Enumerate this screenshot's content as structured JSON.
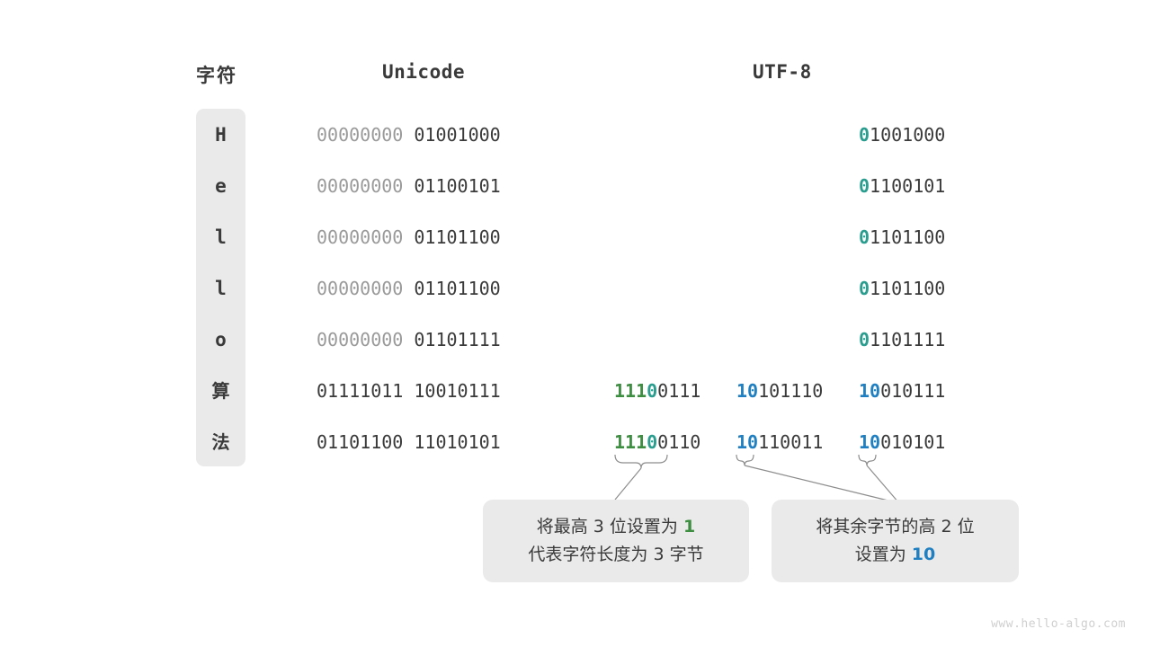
{
  "headers": {
    "char": "字符",
    "unicode": "Unicode",
    "utf8": "UTF-8"
  },
  "rows": [
    {
      "char": "H",
      "cjk": false,
      "unicode_high": "00000000",
      "unicode_low": "01001000",
      "utf8_bytes": 1,
      "b3_prefix": "0",
      "b3_prefix_color": "teal",
      "b3_rest": "1001000"
    },
    {
      "char": "e",
      "cjk": false,
      "unicode_high": "00000000",
      "unicode_low": "01100101",
      "utf8_bytes": 1,
      "b3_prefix": "0",
      "b3_prefix_color": "teal",
      "b3_rest": "1100101"
    },
    {
      "char": "l",
      "cjk": false,
      "unicode_high": "00000000",
      "unicode_low": "01101100",
      "utf8_bytes": 1,
      "b3_prefix": "0",
      "b3_prefix_color": "teal",
      "b3_rest": "1101100"
    },
    {
      "char": "l",
      "cjk": false,
      "unicode_high": "00000000",
      "unicode_low": "01101100",
      "utf8_bytes": 1,
      "b3_prefix": "0",
      "b3_prefix_color": "teal",
      "b3_rest": "1101100"
    },
    {
      "char": "o",
      "cjk": false,
      "unicode_high": "00000000",
      "unicode_low": "01101111",
      "utf8_bytes": 1,
      "b3_prefix": "0",
      "b3_prefix_color": "teal",
      "b3_rest": "1101111"
    },
    {
      "char": "算",
      "cjk": true,
      "unicode_high": "01111011",
      "unicode_low": "10010111",
      "utf8_bytes": 3,
      "b1_green": "111",
      "b1_teal": "0",
      "b1_rest": "0111",
      "b2_blue": "10",
      "b2_rest": "101110",
      "b3_prefix": "10",
      "b3_prefix_color": "blue",
      "b3_rest": "010111"
    },
    {
      "char": "法",
      "cjk": true,
      "unicode_high": "01101100",
      "unicode_low": "11010101",
      "utf8_bytes": 3,
      "b1_green": "111",
      "b1_teal": "0",
      "b1_rest": "0110",
      "b2_blue": "10",
      "b2_rest": "110011",
      "b3_prefix": "10",
      "b3_prefix_color": "blue",
      "b3_rest": "010101"
    }
  ],
  "callouts": {
    "left": {
      "line1_pre": "将最高 3 位设置为 ",
      "line1_key": "1",
      "line2": "代表字符长度为 3 字节"
    },
    "right": {
      "line1": "将其余字节的高 2 位",
      "line2_pre": "设置为 ",
      "line2_key": "10"
    }
  },
  "watermark": "www.hello-algo.com",
  "colors": {
    "green": "#3e8e41",
    "teal": "#2a9d8f",
    "blue": "#1f7fc0",
    "text": "#3a3a3a",
    "dim": "#9a9a9a",
    "pill": "#eaeaea"
  }
}
